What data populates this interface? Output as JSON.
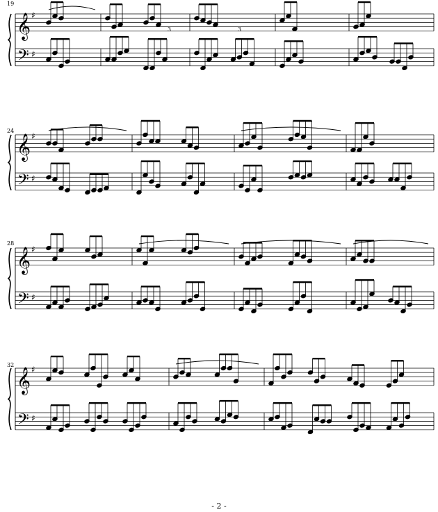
{
  "page_number": "- 2 -",
  "key_signature": "G major (1 sharp)",
  "systems": [
    {
      "first_measure": "19"
    },
    {
      "first_measure": "24"
    },
    {
      "first_measure": "28"
    },
    {
      "first_measure": "32"
    }
  ],
  "tuplet_label": "3"
}
